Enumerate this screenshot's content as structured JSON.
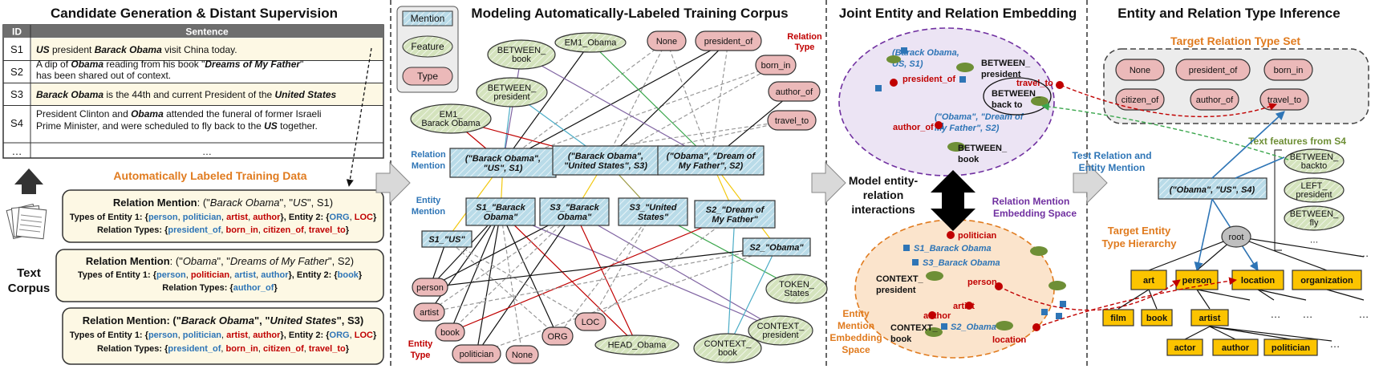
{
  "colors": {
    "mention_fill": "#b9dbe8",
    "feature_fill": "#d4e3bd",
    "type_fill": "#ebb9b9",
    "hierarchy_fill": "#fcc400",
    "relation_space": "#ece4f4",
    "entity_space": "#fbe4cc"
  },
  "panel1": {
    "title": "Candidate Generation & Distant Supervision",
    "table": {
      "headers": [
        "ID",
        "Sentence"
      ],
      "rows": [
        {
          "id": "S1",
          "lines": [
            [
              {
                "t": "US",
                "s": "bi"
              },
              {
                "t": " president ",
                "s": "n"
              },
              {
                "t": "Barack Obama",
                "s": "bi"
              },
              {
                "t": " visit China today.",
                "s": "n"
              }
            ]
          ]
        },
        {
          "id": "S2",
          "lines": [
            [
              {
                "t": "A dip of ",
                "s": "n"
              },
              {
                "t": "Obama",
                "s": "bi"
              },
              {
                "t": " reading from his book \"",
                "s": "n"
              },
              {
                "t": "Dreams of My Father",
                "s": "bi"
              },
              {
                "t": "\"",
                "s": "n"
              }
            ],
            [
              {
                "t": "has been shared out of context.",
                "s": "n"
              }
            ]
          ]
        },
        {
          "id": "S3",
          "lines": [
            [
              {
                "t": "Barack Obama",
                "s": "bi"
              },
              {
                "t": " is the 44th and current President of the ",
                "s": "n"
              },
              {
                "t": "United States",
                "s": "bi"
              }
            ]
          ]
        },
        {
          "id": "S4",
          "lines": [
            [
              {
                "t": "President Clinton and ",
                "s": "n"
              },
              {
                "t": "Obama",
                "s": "bi"
              },
              {
                "t": " attended the funeral of former Israeli",
                "s": "n"
              }
            ],
            [
              {
                "t": "Prime Minister, and were scheduled to fly back to the ",
                "s": "n"
              },
              {
                "t": "US",
                "s": "bi"
              },
              {
                "t": " together.",
                "s": "n"
              }
            ]
          ]
        },
        {
          "id": "…",
          "lines": [
            [
              {
                "t": "…",
                "s": "n"
              }
            ]
          ]
        }
      ]
    },
    "auto_label_title": "Automatically Labeled Training Data",
    "corpus_label": [
      "Text",
      "Corpus"
    ],
    "boxes": [
      {
        "lines": [
          [
            {
              "t": "Relation Mention",
              "s": "b"
            },
            {
              "t": ": (\"",
              "s": "n"
            },
            {
              "t": "Barack Obama",
              "s": "i"
            },
            {
              "t": "\", \"",
              "s": "n"
            },
            {
              "t": "US",
              "s": "i"
            },
            {
              "t": "\",  S1)",
              "s": "n"
            }
          ],
          [
            {
              "t": "Types of Entity 1: {",
              "s": "b"
            },
            {
              "t": "person",
              "s": "blue"
            },
            {
              "t": ", ",
              "s": "n"
            },
            {
              "t": "politician",
              "s": "blue"
            },
            {
              "t": ", ",
              "s": "n"
            },
            {
              "t": "artist",
              "s": "red"
            },
            {
              "t": ", ",
              "s": "n"
            },
            {
              "t": "author",
              "s": "red"
            },
            {
              "t": "},  Entity 2: {",
              "s": "b"
            },
            {
              "t": "ORG",
              "s": "blue"
            },
            {
              "t": ", ",
              "s": "n"
            },
            {
              "t": "LOC",
              "s": "red"
            },
            {
              "t": "}",
              "s": "b"
            }
          ],
          [
            {
              "t": "Relation Types: {",
              "s": "b"
            },
            {
              "t": "president_of",
              "s": "blue"
            },
            {
              "t": ", ",
              "s": "n"
            },
            {
              "t": "born_in",
              "s": "red"
            },
            {
              "t": ", ",
              "s": "n"
            },
            {
              "t": "citizen_of",
              "s": "red"
            },
            {
              "t": ", ",
              "s": "n"
            },
            {
              "t": "travel_to",
              "s": "red"
            },
            {
              "t": "}",
              "s": "b"
            }
          ]
        ]
      },
      {
        "lines": [
          [
            {
              "t": "Relation Mention",
              "s": "b"
            },
            {
              "t": ": (\"",
              "s": "n"
            },
            {
              "t": "Obama",
              "s": "i"
            },
            {
              "t": "\", \"",
              "s": "n"
            },
            {
              "t": "Dreams of My Father",
              "s": "i"
            },
            {
              "t": "\",  S2)",
              "s": "n"
            }
          ],
          [
            {
              "t": "Types of Entity 1: {",
              "s": "b"
            },
            {
              "t": "person",
              "s": "blue"
            },
            {
              "t": ", ",
              "s": "n"
            },
            {
              "t": "politician",
              "s": "red"
            },
            {
              "t": ", ",
              "s": "n"
            },
            {
              "t": "artist",
              "s": "blue"
            },
            {
              "t": ", ",
              "s": "n"
            },
            {
              "t": "author",
              "s": "blue"
            },
            {
              "t": "},  Entity 2: {",
              "s": "b"
            },
            {
              "t": "book",
              "s": "blue"
            },
            {
              "t": "}",
              "s": "b"
            }
          ],
          [
            {
              "t": "Relation Types: {",
              "s": "b"
            },
            {
              "t": "author_of",
              "s": "blue"
            },
            {
              "t": "}",
              "s": "b"
            }
          ]
        ]
      },
      {
        "lines": [
          [
            {
              "t": "Relation Mention: (\"",
              "s": "b"
            },
            {
              "t": "Barack Obama",
              "s": "bi"
            },
            {
              "t": "\", \"",
              "s": "b"
            },
            {
              "t": "United States",
              "s": "bi"
            },
            {
              "t": "\",  S3)",
              "s": "b"
            }
          ],
          [
            {
              "t": "Types of Entity 1: {",
              "s": "b"
            },
            {
              "t": "person",
              "s": "blue"
            },
            {
              "t": ", ",
              "s": "n"
            },
            {
              "t": "politician",
              "s": "blue"
            },
            {
              "t": ", ",
              "s": "n"
            },
            {
              "t": "artist",
              "s": "red"
            },
            {
              "t": ", ",
              "s": "n"
            },
            {
              "t": "author",
              "s": "red"
            },
            {
              "t": "},  Entity 2: {",
              "s": "b"
            },
            {
              "t": "ORG",
              "s": "blue"
            },
            {
              "t": ", ",
              "s": "n"
            },
            {
              "t": "LOC",
              "s": "red"
            },
            {
              "t": "}",
              "s": "b"
            }
          ],
          [
            {
              "t": "Relation Types: {",
              "s": "b"
            },
            {
              "t": "president_of",
              "s": "blue"
            },
            {
              "t": ", ",
              "s": "n"
            },
            {
              "t": "born_in",
              "s": "red"
            },
            {
              "t": ", ",
              "s": "n"
            },
            {
              "t": "citizen_of",
              "s": "red"
            },
            {
              "t": ", ",
              "s": "n"
            },
            {
              "t": "travel_to",
              "s": "red"
            },
            {
              "t": "}",
              "s": "b"
            }
          ]
        ]
      }
    ]
  },
  "panel2": {
    "title": "Modeling Automatically-Labeled Training Corpus",
    "legend": [
      "Mention",
      "Feature",
      "Type"
    ],
    "relation_type_label": [
      "Relation",
      "Type"
    ],
    "relation_mention_label": [
      "Relation",
      "Mention"
    ],
    "entity_mention_label": [
      "Entity",
      "Mention"
    ],
    "entity_type_label": [
      "Entity",
      "Type"
    ],
    "relation_mentions": [
      [
        "(\"Barack Obama\",",
        "\"US\", S1)"
      ],
      [
        "(\"Barack Obama\",",
        "\"United States\", S3)"
      ],
      [
        "(\"Obama\", \"Dream of",
        "My Father\", S2)"
      ]
    ],
    "entity_mentions": [
      [
        "S1_\"Barack",
        "Obama\""
      ],
      [
        "S3_\"Barack",
        "Obama\""
      ],
      [
        "S3_\"United",
        "States\""
      ],
      [
        "S2_\"Dream of",
        "My Father\""
      ],
      [
        "S1_\"US\""
      ],
      [
        "S2_\"Obama\""
      ]
    ],
    "features": [
      [
        "BETWEEN_",
        "book"
      ],
      [
        "EM1_Obama"
      ],
      [
        "BETWEEN_",
        "president"
      ],
      [
        "EM1_",
        "Barack Obama"
      ],
      [
        "TOKEN_",
        "States"
      ],
      [
        "CONTEXT_",
        "president"
      ],
      [
        "HEAD_Obama"
      ],
      [
        "CONTEXT_",
        "book"
      ]
    ],
    "relation_types": [
      "None",
      "president_of",
      "born_in",
      "author_of",
      "travel_to"
    ],
    "entity_types": [
      "person",
      "artist",
      "book",
      "politician",
      "None",
      "ORG",
      "LOC"
    ]
  },
  "panel3": {
    "title": "Joint Entity and Relation Embedding",
    "relation_space_label": [
      "Relation Mention",
      "Embedding Space"
    ],
    "entity_space_label": [
      "Entity",
      "Mention",
      "Embedding",
      "Space"
    ],
    "model_label": [
      "Model entity-",
      "relation",
      "interactions"
    ],
    "rel_mentions": [
      [
        "(Barack Obama,",
        "US, S1)"
      ],
      [
        "(\"Obama\", \"Dream of",
        "My Father\", S2)"
      ]
    ],
    "rel_types": [
      "president_of",
      "travel_to",
      "author_of"
    ],
    "rel_features": [
      [
        "BETWEEN_",
        "president"
      ],
      [
        "BETWEEN_",
        "back to"
      ],
      [
        "BETWEEN_",
        "book"
      ]
    ],
    "ent_mentions": [
      "S1_Barack Obama",
      "S3_Barack Obama",
      "S2_Obama"
    ],
    "ent_types": [
      "politician",
      "person",
      "artist",
      "author",
      "location"
    ],
    "ent_features": [
      [
        "CONTEXT_",
        "president"
      ],
      [
        "CONTEXT_",
        "book"
      ]
    ]
  },
  "panel4": {
    "title": "Entity and Relation Type Inference",
    "target_relation_title": "Target Relation Type Set",
    "relation_types": [
      "None",
      "president_of",
      "born_in",
      "citizen_of",
      "author_of",
      "travel_to"
    ],
    "text_features_label": "Text features from S4",
    "text_features": [
      [
        "BETWEEN_",
        "backto"
      ],
      [
        "LEFT_",
        "president"
      ],
      [
        "BETWEEN_",
        "fly"
      ],
      [
        "…"
      ]
    ],
    "test_label": [
      "Test Relation and",
      "Entity Mention"
    ],
    "test_mention": "(\"Obama\", \"US\", S4)",
    "hierarchy_label": [
      "Target Entity",
      "Type Hierarchy"
    ],
    "root": "root",
    "level1": [
      "art",
      "person",
      "location",
      "organization"
    ],
    "level2": [
      "film",
      "book",
      "artist"
    ],
    "level3": [
      "actor",
      "author",
      "politician"
    ],
    "ellipsis": "…"
  }
}
